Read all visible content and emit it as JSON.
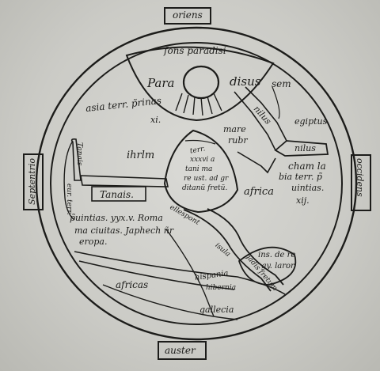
{
  "map": {
    "directions": {
      "east": "oriens",
      "west": "occidens",
      "north": "Septentrio",
      "south": "auster"
    },
    "labels": {
      "fons_paradisi": "fons paradisi",
      "paradise_left": "Para",
      "paradise_right": "disus",
      "sem": "sem",
      "asia_line1": "asia terr. p̃rinas",
      "asia_line2": "xi.",
      "mare_rubrum_1": "mare",
      "mare_rubrum_2": "rubr",
      "nilus_upper": "nilus",
      "egiptus": "egiptus",
      "nilus_lower": "nilus",
      "ihrlm": "ihrlm",
      "tanais_vertical": "Tanais",
      "tanais": "Tanais.",
      "europa_vertical": "eur. terr.",
      "mare_magnum_1": "terr.",
      "mare_magnum_2": "xxxvi a",
      "mare_magnum_3": "tani ma",
      "mare_magnum_4": "re ust. ad gr",
      "mare_magnum_5": "ditanü fretü.",
      "africa": "africa",
      "cham_1": "cham la",
      "cham_2": "bia terr. p̃",
      "cham_3": "uintias.",
      "cham_4": "xij.",
      "europe_1": "p̃uintias. yyx.v. Roma",
      "europe_2": "ma ciuitas. Japhech ñr",
      "europe_3": "eropa.",
      "hellespont": "ellespont",
      "insula": "isula",
      "gades": "gadis fretum",
      "insula_2": "ins. de re",
      "insula_3": "gy. laror",
      "hispania": "hispania",
      "ibernia": "hibernia",
      "affricas": "africas",
      "gallecia": "gallecia"
    }
  }
}
